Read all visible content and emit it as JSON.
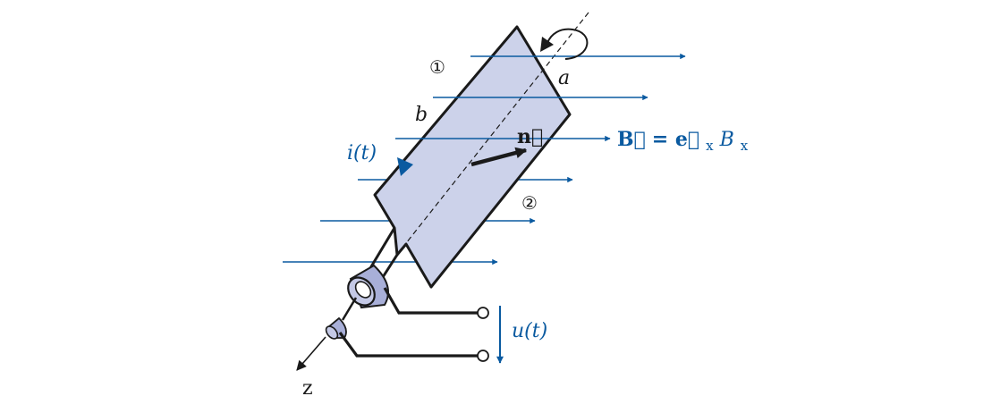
{
  "labels": {
    "loop_marker_1": "①",
    "loop_marker_2": "②",
    "side_a": "a",
    "side_b": "b",
    "normal_vector": "n⃗",
    "current": "i(t)",
    "voltage": "u(t)",
    "z_axis": "z",
    "field": {
      "b_vec": "B⃗",
      "eq": " = ",
      "e_vec": "e⃗",
      "e_sub": "x",
      "b_comp": "B",
      "b_sub": "x"
    }
  },
  "colors": {
    "field_blue": "#0a5aa0",
    "loop_fill": "#ccd2ea",
    "outline": "#1a1a1a",
    "slip_ring": "#a8afd8"
  },
  "icons": {
    "rotation": "curved-rotation-arrow-icon",
    "terminal": "open-circle-terminal-icon"
  }
}
